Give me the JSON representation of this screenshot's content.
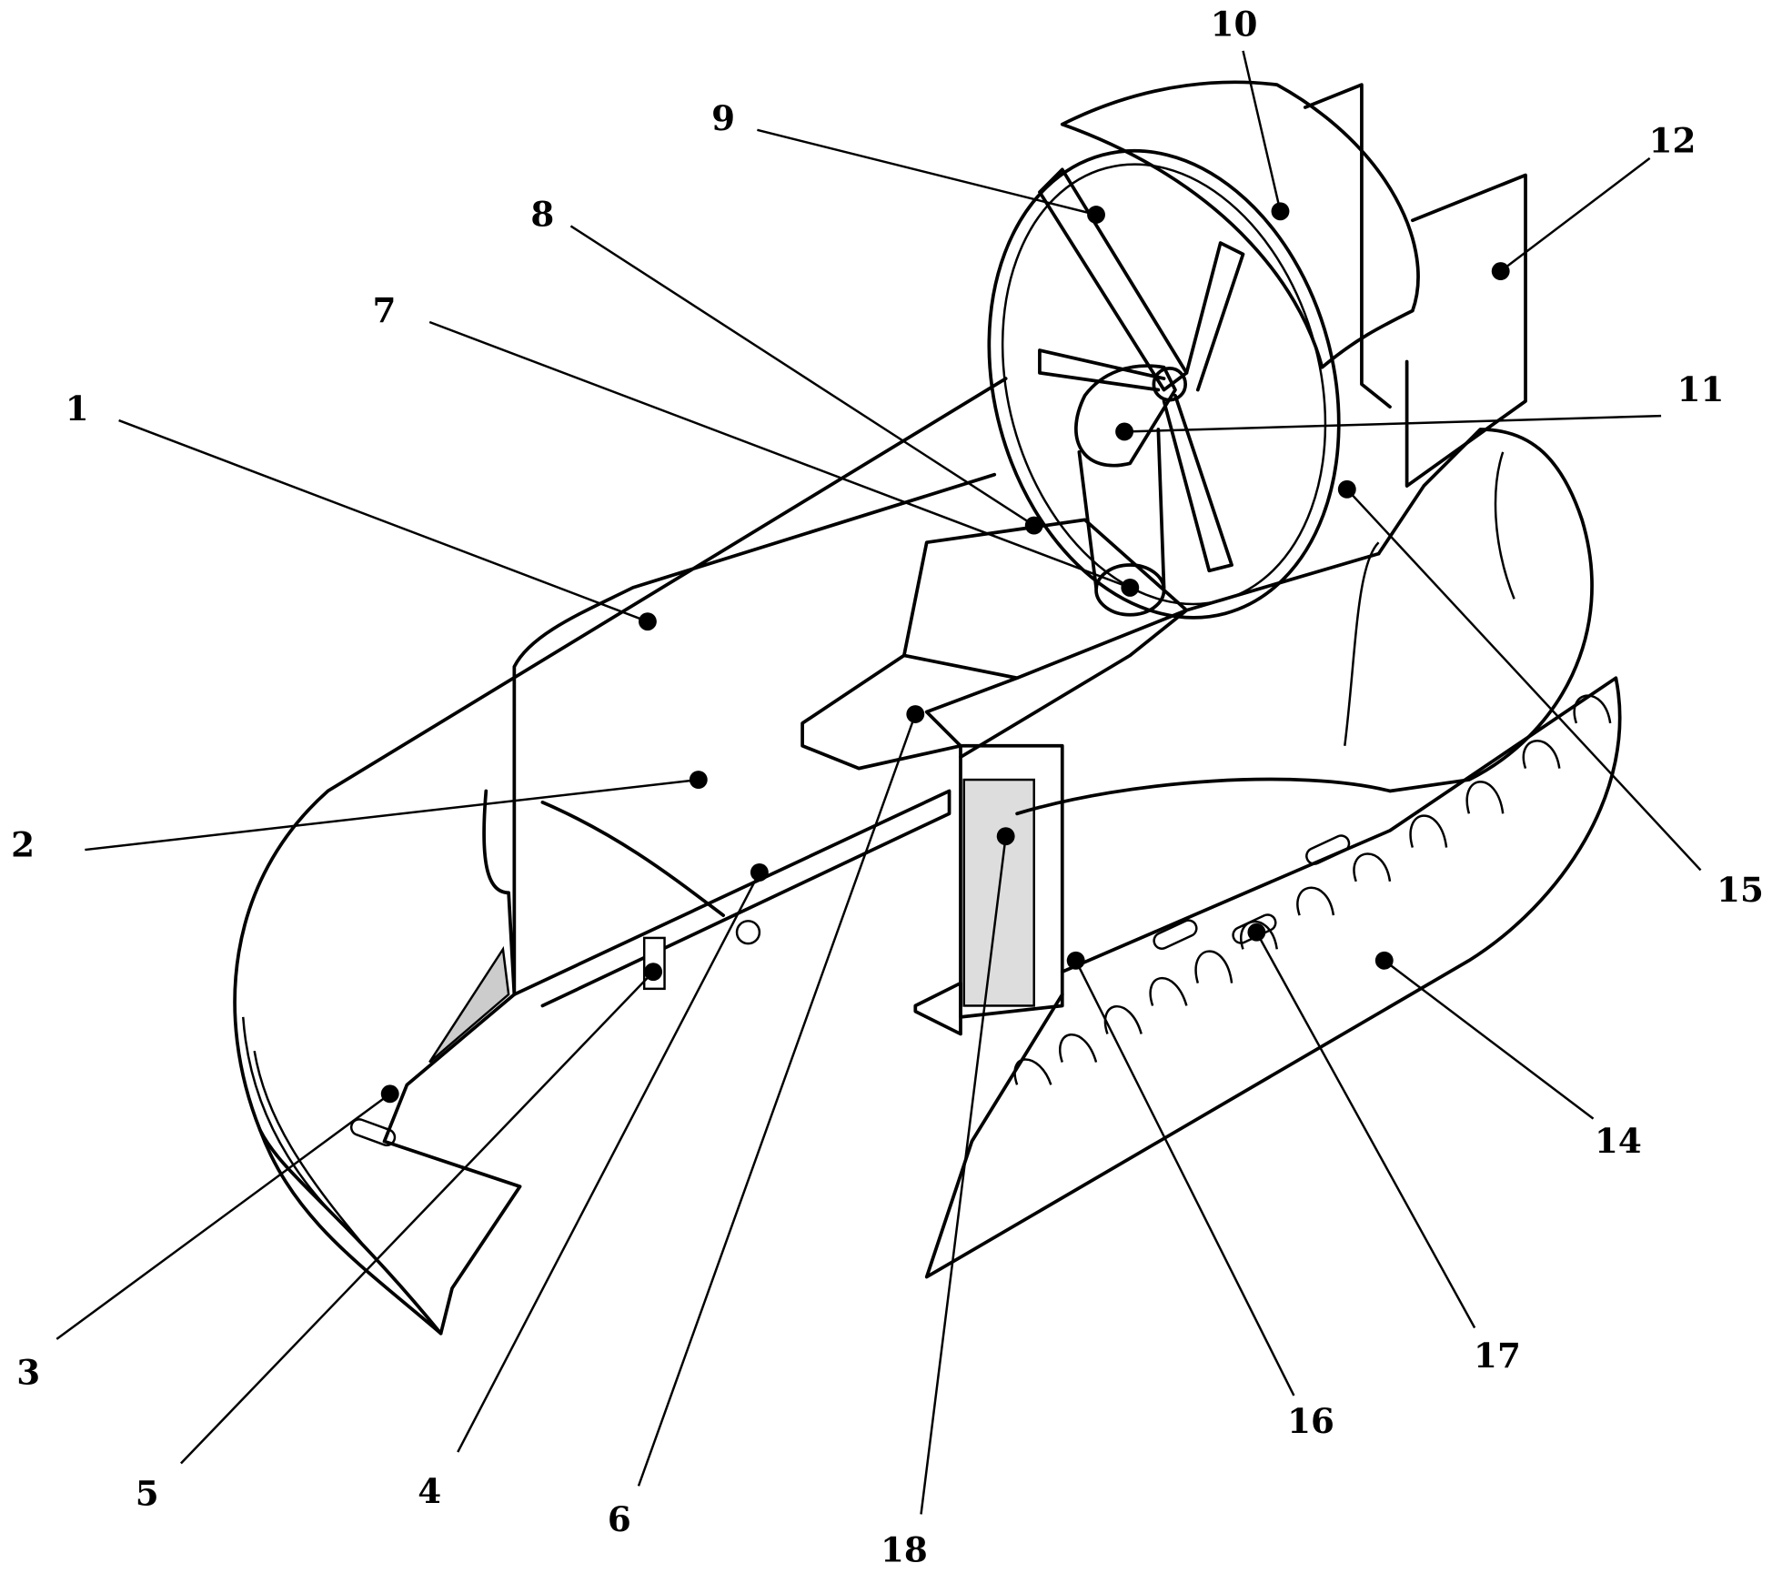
{
  "diagram": {
    "type": "patent-drawing",
    "labels": [
      {
        "id": "1",
        "text": "1"
      },
      {
        "id": "2",
        "text": "2"
      },
      {
        "id": "3",
        "text": "3"
      },
      {
        "id": "4",
        "text": "4"
      },
      {
        "id": "5",
        "text": "5"
      },
      {
        "id": "6",
        "text": "6"
      },
      {
        "id": "7",
        "text": "7"
      },
      {
        "id": "8",
        "text": "8"
      },
      {
        "id": "9",
        "text": "9"
      },
      {
        "id": "10",
        "text": "10"
      },
      {
        "id": "11",
        "text": "11"
      },
      {
        "id": "12",
        "text": "12"
      },
      {
        "id": "14",
        "text": "14"
      },
      {
        "id": "15",
        "text": "15"
      },
      {
        "id": "16",
        "text": "16"
      },
      {
        "id": "17",
        "text": "17"
      },
      {
        "id": "18",
        "text": "18"
      }
    ]
  }
}
